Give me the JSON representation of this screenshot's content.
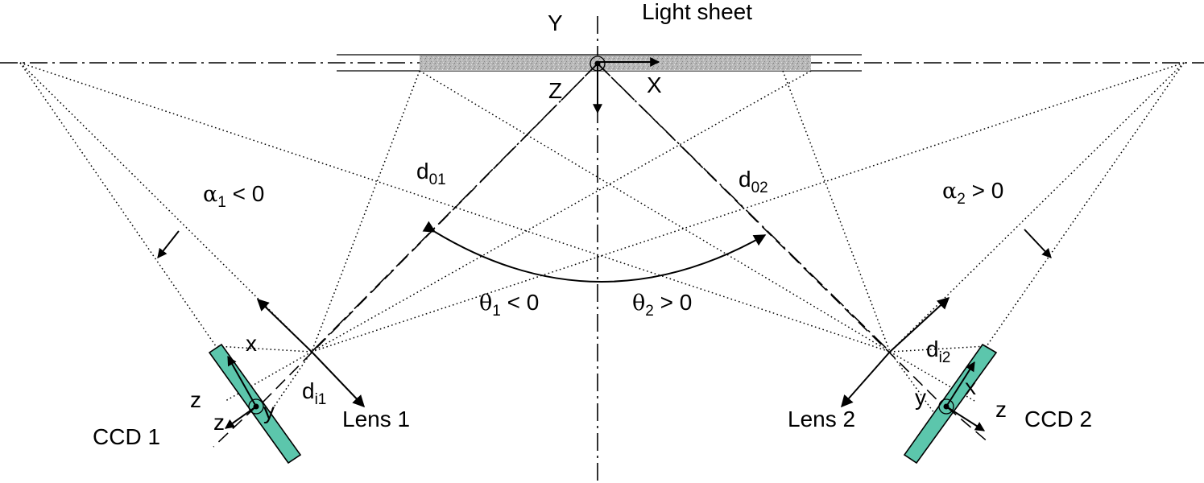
{
  "labels": {
    "light_sheet": "Light sheet",
    "global_y": "Y",
    "global_x": "X",
    "global_z": "Z",
    "d01": {
      "main": "d",
      "sub": "01"
    },
    "d02": {
      "main": "d",
      "sub": "02"
    },
    "alpha1": {
      "symbol": "α",
      "sub": "1",
      "rest": " < 0"
    },
    "alpha2": {
      "symbol": "α",
      "sub": "2",
      "rest": " > 0"
    },
    "theta1": {
      "symbol": "θ",
      "sub": "1",
      "rest": " < 0"
    },
    "theta2": {
      "symbol": "θ",
      "sub": "2",
      "rest": " > 0"
    },
    "di1": {
      "main": "d",
      "sub": "i1"
    },
    "di2": {
      "main": "d",
      "sub": "i2"
    },
    "lens1": "Lens 1",
    "lens2": "Lens 2",
    "ccd1": "CCD 1",
    "ccd2": "CCD 2",
    "ccd1_axes": {
      "x": "x",
      "y": "y",
      "z_outer": "z",
      "z_inner": "z"
    },
    "ccd2_axes": {
      "x": "x",
      "y": "y",
      "z": "z"
    }
  },
  "colors": {
    "ccd_fill": "#5cc6ac",
    "light_sheet_fill": "#b5b5b5",
    "line": "#000000"
  }
}
